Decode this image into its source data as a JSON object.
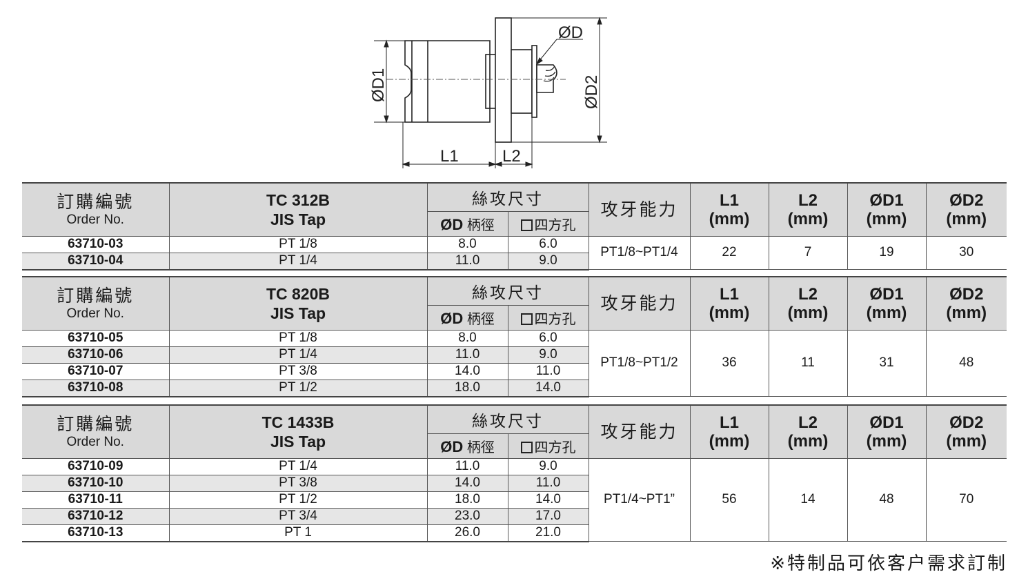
{
  "drawing": {
    "labels": {
      "d": "ØD",
      "d1": "ØD1",
      "d2": "ØD2",
      "l1": "L1",
      "l2": "L2"
    }
  },
  "tables": [
    {
      "header": {
        "order_zh": "訂購編號",
        "order_en": "Order No.",
        "model": "TC 312B",
        "model_sub": "JIS Tap",
        "size_zh": "絲攻尺寸",
        "shank": "ØD",
        "shank_zh": "柄徑",
        "square_zh": "四方孔",
        "capacity_zh": "攻牙能力",
        "l1": "L1",
        "l2": "L2",
        "d1": "ØD1",
        "d2": "ØD2",
        "unit": "(mm)"
      },
      "rows": [
        {
          "order": "63710-03",
          "tap": "PT 1/8",
          "d": "8.0",
          "sq": "6.0"
        },
        {
          "order": "63710-04",
          "tap": "PT 1/4",
          "d": "11.0",
          "sq": "9.0"
        }
      ],
      "capacity": "PT1/8~PT1/4",
      "l1": "22",
      "l2": "7",
      "d1": "19",
      "d2": "30"
    },
    {
      "header": {
        "order_zh": "訂購編號",
        "order_en": "Order No.",
        "model": "TC 820B",
        "model_sub": "JIS Tap",
        "size_zh": "絲攻尺寸",
        "shank": "ØD",
        "shank_zh": "柄徑",
        "square_zh": "四方孔",
        "capacity_zh": "攻牙能力",
        "l1": "L1",
        "l2": "L2",
        "d1": "ØD1",
        "d2": "ØD2",
        "unit": "(mm)"
      },
      "rows": [
        {
          "order": "63710-05",
          "tap": "PT 1/8",
          "d": "8.0",
          "sq": "6.0"
        },
        {
          "order": "63710-06",
          "tap": "PT 1/4",
          "d": "11.0",
          "sq": "9.0"
        },
        {
          "order": "63710-07",
          "tap": "PT 3/8",
          "d": "14.0",
          "sq": "11.0"
        },
        {
          "order": "63710-08",
          "tap": "PT 1/2",
          "d": "18.0",
          "sq": "14.0"
        }
      ],
      "capacity": "PT1/8~PT1/2",
      "l1": "36",
      "l2": "11",
      "d1": "31",
      "d2": "48"
    },
    {
      "header": {
        "order_zh": "訂購編號",
        "order_en": "Order No.",
        "model": "TC 1433B",
        "model_sub": "JIS Tap",
        "size_zh": "絲攻尺寸",
        "shank": "ØD",
        "shank_zh": "柄徑",
        "square_zh": "四方孔",
        "capacity_zh": "攻牙能力",
        "l1": "L1",
        "l2": "L2",
        "d1": "ØD1",
        "d2": "ØD2",
        "unit": "(mm)"
      },
      "rows": [
        {
          "order": "63710-09",
          "tap": "PT 1/4",
          "d": "11.0",
          "sq": "9.0"
        },
        {
          "order": "63710-10",
          "tap": "PT 3/8",
          "d": "14.0",
          "sq": "11.0"
        },
        {
          "order": "63710-11",
          "tap": "PT 1/2",
          "d": "18.0",
          "sq": "14.0"
        },
        {
          "order": "63710-12",
          "tap": "PT 3/4",
          "d": "23.0",
          "sq": "17.0"
        },
        {
          "order": "63710-13",
          "tap": "PT 1",
          "d": "26.0",
          "sq": "21.0"
        }
      ],
      "capacity": "PT1/4~PT1”",
      "l1": "56",
      "l2": "14",
      "d1": "48",
      "d2": "70"
    }
  ],
  "footnote": "※特制品可依客户需求訂制"
}
